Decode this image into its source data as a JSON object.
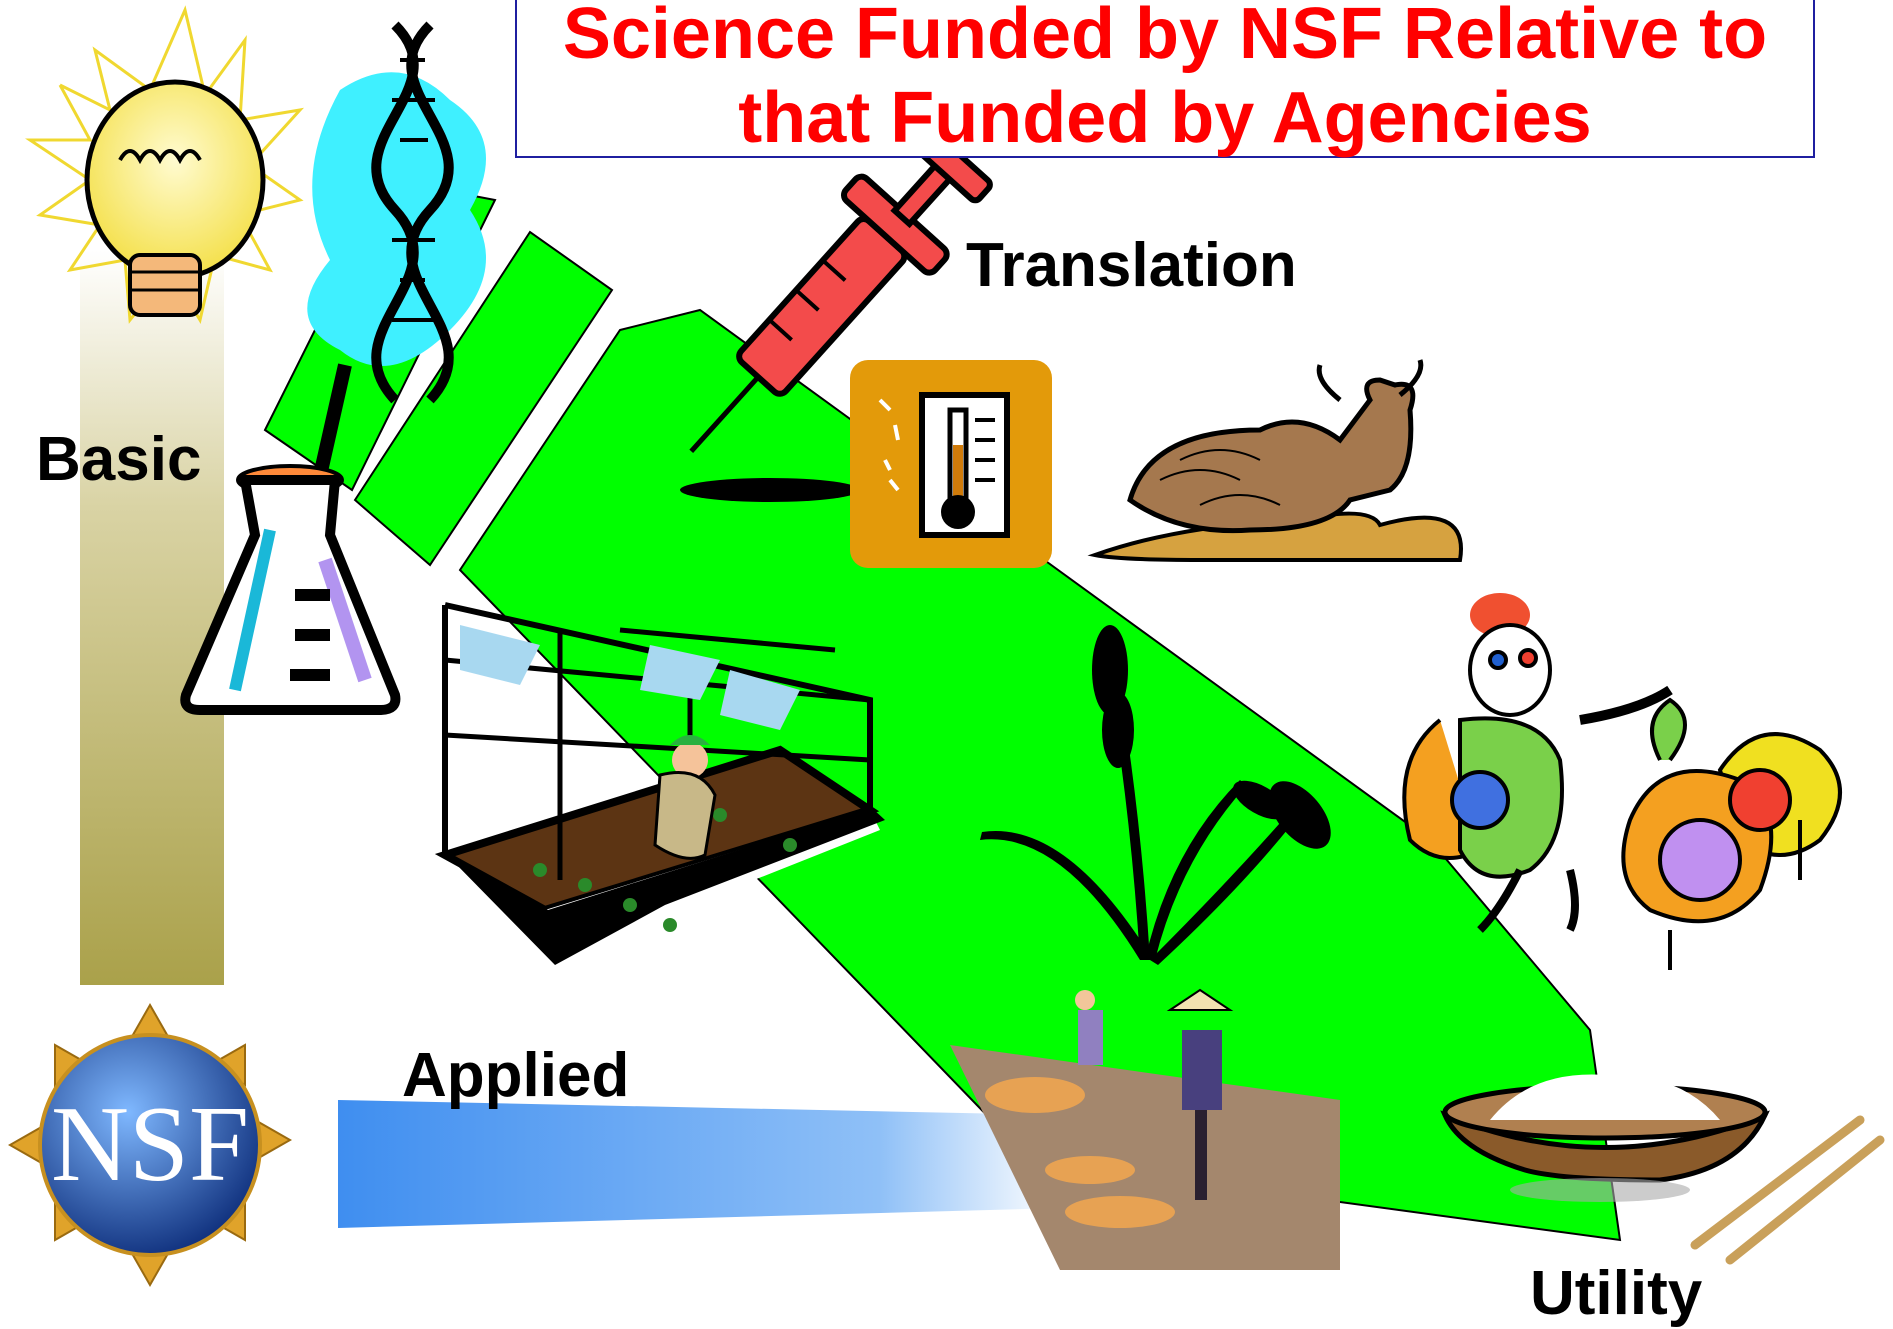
{
  "title": {
    "line1": "Science Funded by NSF Relative to",
    "line2": "that Funded by Agencies"
  },
  "labels": {
    "basic": "Basic",
    "translation": "Translation",
    "applied": "Applied",
    "utility": "Utility"
  },
  "logo": {
    "text": "NSF"
  },
  "colors": {
    "title": "#ff0000",
    "arrow_band": "#00ff00",
    "basic_bar": "#b6ad5c",
    "applied_bar": "#4f97ee",
    "title_border": "#1f1fa0"
  },
  "icons": [
    "lightbulb-icon",
    "dna-icon",
    "flask-icon",
    "syringe-icon",
    "thermometer-icon",
    "cow-icon",
    "greenhouse-icon",
    "wheat-icon",
    "farmers-icon",
    "clown-icon",
    "turkey-icon",
    "rice-bowl-icon",
    "chopsticks-icon",
    "nsf-logo"
  ]
}
